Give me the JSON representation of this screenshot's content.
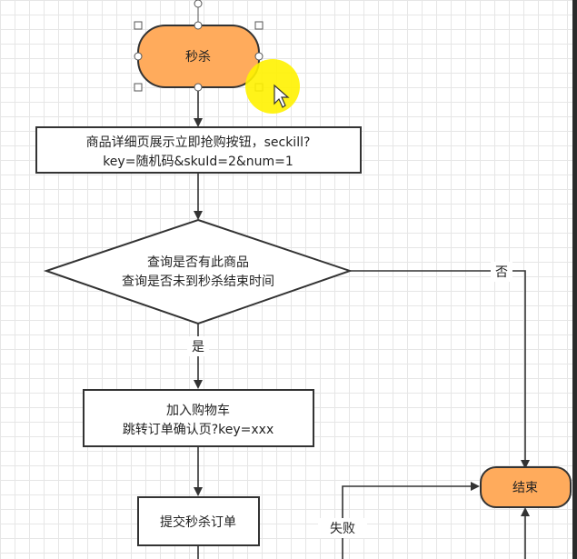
{
  "nodes": {
    "start": "秒杀",
    "step1_line1": "商品详细页展示立即抢购按钮，seckill?",
    "step1_line2": "key=随机码&skuId=2&num=1",
    "decision_line1": "查询是否有此商品",
    "decision_line2": "查询是否未到秒杀结束时间",
    "step2_line1": "加入购物车",
    "step2_line2": "跳转订单确认页?key=xxx",
    "step3": "提交秒杀订单",
    "end": "结束"
  },
  "edges": {
    "yes": "是",
    "no": "否",
    "fail": "失败"
  },
  "colors": {
    "terminal_fill": "#ffab5c",
    "stroke": "#333333",
    "cursor_highlight": "#fff200"
  }
}
